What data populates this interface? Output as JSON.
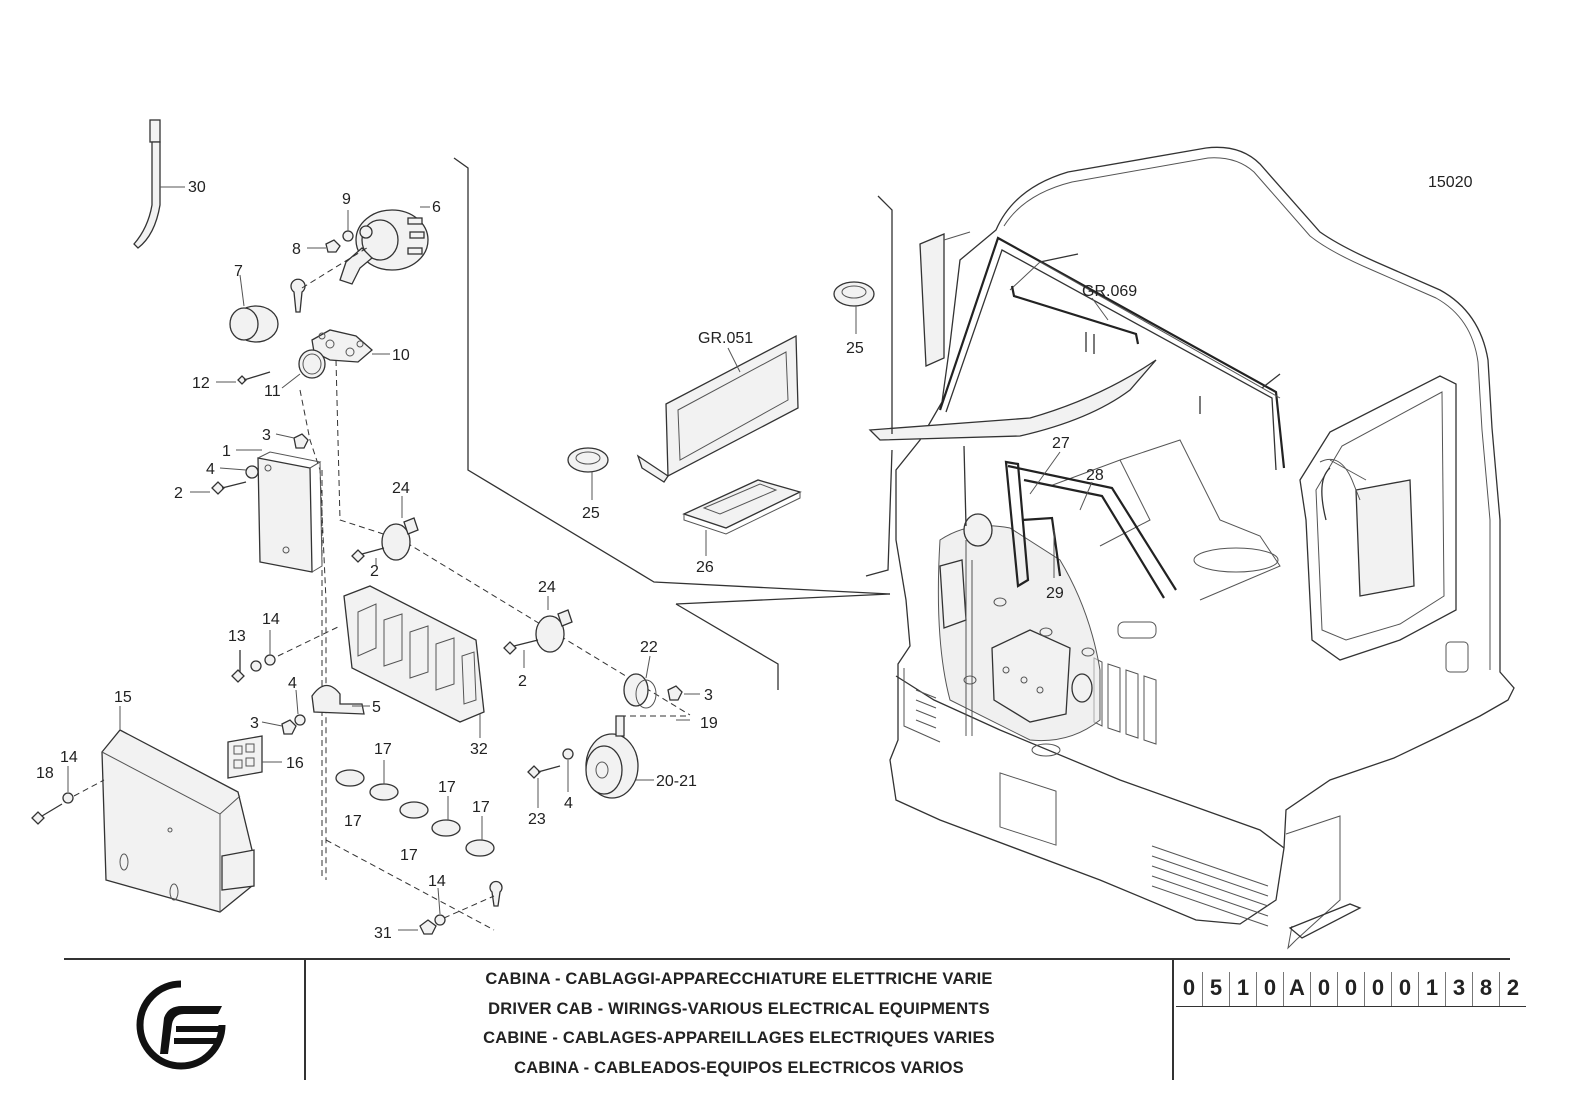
{
  "drawing": {
    "ref_number": "15020",
    "group_refs": [
      "GR.051",
      "GR.069"
    ],
    "callouts": [
      {
        "id": "c30",
        "label": "30"
      },
      {
        "id": "c9",
        "label": "9"
      },
      {
        "id": "c6",
        "label": "6"
      },
      {
        "id": "c8",
        "label": "8"
      },
      {
        "id": "c7",
        "label": "7"
      },
      {
        "id": "c10",
        "label": "10"
      },
      {
        "id": "c12",
        "label": "12"
      },
      {
        "id": "c11",
        "label": "11"
      },
      {
        "id": "c3a",
        "label": "3"
      },
      {
        "id": "c1",
        "label": "1"
      },
      {
        "id": "c4a",
        "label": "4"
      },
      {
        "id": "c2a",
        "label": "2"
      },
      {
        "id": "c24a",
        "label": "24"
      },
      {
        "id": "c2b",
        "label": "2"
      },
      {
        "id": "c24b",
        "label": "24"
      },
      {
        "id": "c2c",
        "label": "2"
      },
      {
        "id": "c13",
        "label": "13"
      },
      {
        "id": "c14a",
        "label": "14"
      },
      {
        "id": "c22",
        "label": "22"
      },
      {
        "id": "c3b",
        "label": "3"
      },
      {
        "id": "c4b",
        "label": "4"
      },
      {
        "id": "c5",
        "label": "5"
      },
      {
        "id": "c3c",
        "label": "3"
      },
      {
        "id": "c19",
        "label": "19"
      },
      {
        "id": "c15",
        "label": "15"
      },
      {
        "id": "c32",
        "label": "32"
      },
      {
        "id": "c16",
        "label": "16"
      },
      {
        "id": "c14b",
        "label": "14"
      },
      {
        "id": "c18",
        "label": "18"
      },
      {
        "id": "c17a",
        "label": "17"
      },
      {
        "id": "c17b",
        "label": "17"
      },
      {
        "id": "c17c",
        "label": "17"
      },
      {
        "id": "c17d",
        "label": "17"
      },
      {
        "id": "c17e",
        "label": "17"
      },
      {
        "id": "c17f",
        "label": "17"
      },
      {
        "id": "c2021",
        "label": "20-21"
      },
      {
        "id": "c23",
        "label": "23"
      },
      {
        "id": "c4c",
        "label": "4"
      },
      {
        "id": "c14c",
        "label": "14"
      },
      {
        "id": "c31",
        "label": "31"
      },
      {
        "id": "c25a",
        "label": "25"
      },
      {
        "id": "c25b",
        "label": "25"
      },
      {
        "id": "c26",
        "label": "26"
      },
      {
        "id": "c27",
        "label": "27"
      },
      {
        "id": "c28",
        "label": "28"
      },
      {
        "id": "c29",
        "label": "29"
      }
    ]
  },
  "title_block": {
    "logo": "iveco-logo-icon",
    "lines": [
      "CABINA - CABLAGGI-APPARECCHIATURE ELETTRICHE VARIE",
      "DRIVER CAB - WIRINGS-VARIOUS ELECTRICAL EQUIPMENTS",
      "CABINE - CABLAGES-APPAREILLAGES ELECTRIQUES VARIES",
      "CABINA - CABLEADOS-EQUIPOS ELECTRICOS VARIOS"
    ],
    "code_digits": [
      "0",
      "5",
      "1",
      "0",
      "A",
      "0",
      "0",
      "0",
      "0",
      "1",
      "3",
      "8",
      "2"
    ]
  }
}
